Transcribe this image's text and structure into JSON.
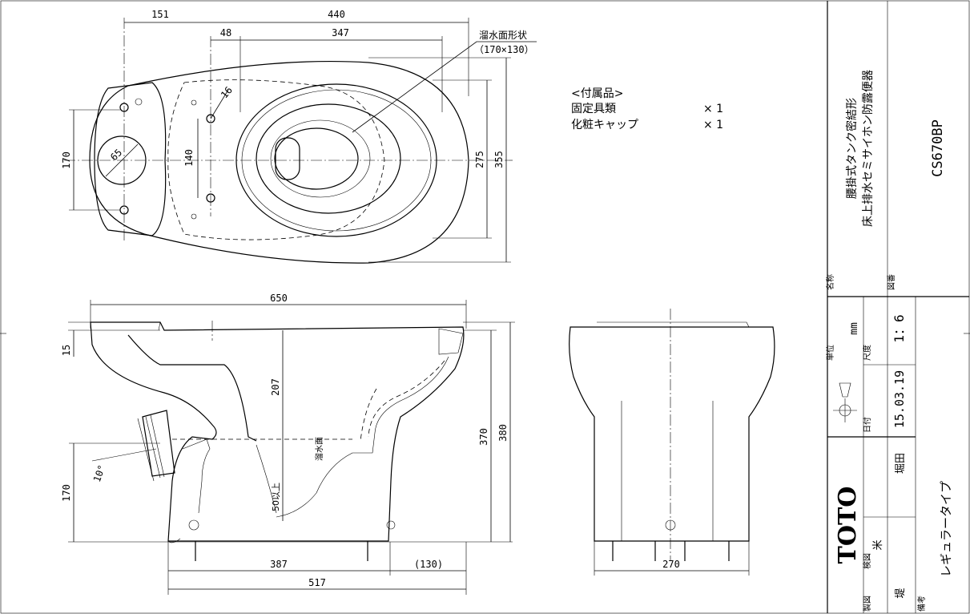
{
  "dimensions": {
    "top_151": "151",
    "top_440": "440",
    "top_48": "48",
    "top_347": "347",
    "top_16": "16",
    "top_65": "65",
    "top_140": "140",
    "top_170": "170",
    "top_275": "275",
    "top_355": "355",
    "side_650": "650",
    "side_15": "15",
    "side_207": "207",
    "side_370": "370",
    "side_380": "380",
    "side_170": "170",
    "side_10deg": "10°",
    "side_387": "387",
    "side_130": "(130)",
    "side_517": "517",
    "side_50": "50以上",
    "front_270": "270"
  },
  "labels": {
    "water_surface_shape": "溜水面形状",
    "water_surface_size": "（170×130）",
    "water_surface": "溜水面"
  },
  "accessories": {
    "heading": "<付属品>",
    "items": [
      {
        "name": "固定具類",
        "qty": "× 1"
      },
      {
        "name": "化粧キャップ",
        "qty": "× 1"
      }
    ]
  },
  "title_block": {
    "name_label": "名称",
    "name_line1": "腰掛式タンク密結形",
    "name_line2": "床上排水セミサイホン防露便器",
    "drawing_no_label": "図番",
    "drawing_no": "CS670BP",
    "unit_label": "単位",
    "unit": "mm",
    "scale_label": "尺度",
    "scale": "1：6",
    "date_label": "日付",
    "date": "15.03.19",
    "drawn_label": "製図",
    "drawn_by": "堤",
    "checked_label": "検図",
    "checked_by": "米",
    "approved": "堀田",
    "brand": "TOTO",
    "notes_label": "備考",
    "notes": "レギュラータイプ"
  }
}
